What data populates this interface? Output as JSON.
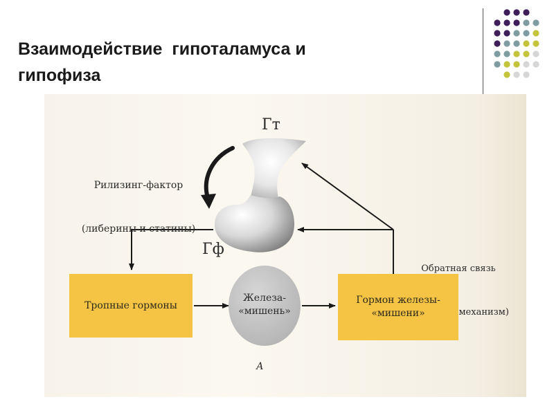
{
  "slide": {
    "title_lines": [
      "Взаимодействие  гипоталамуса и",
      "гипофиза"
    ]
  },
  "colors": {
    "dot_purple": "#3d1e58",
    "dot_teal": "#7f9da0",
    "dot_olive": "#c3c43c",
    "dot_grey": "#d6d6d6",
    "box_yellow": "#f5c445",
    "ellipse_grey": "#c4c4c4"
  },
  "diagram": {
    "hypothalamus_label": "Гт",
    "pituitary_label": "Гф",
    "releasing_factor": [
      "Рилизинг-фактор",
      "(либерины и статины)"
    ],
    "feedback": [
      "Обратная связь",
      "(feed-back-механизм)"
    ],
    "tropic_hormones": "Тропные гормоны",
    "target_gland": [
      "Железа-",
      "«мишень»"
    ],
    "target_hormone": [
      "Гормон железы-",
      "«мишени»"
    ],
    "figure_letter": "А"
  }
}
